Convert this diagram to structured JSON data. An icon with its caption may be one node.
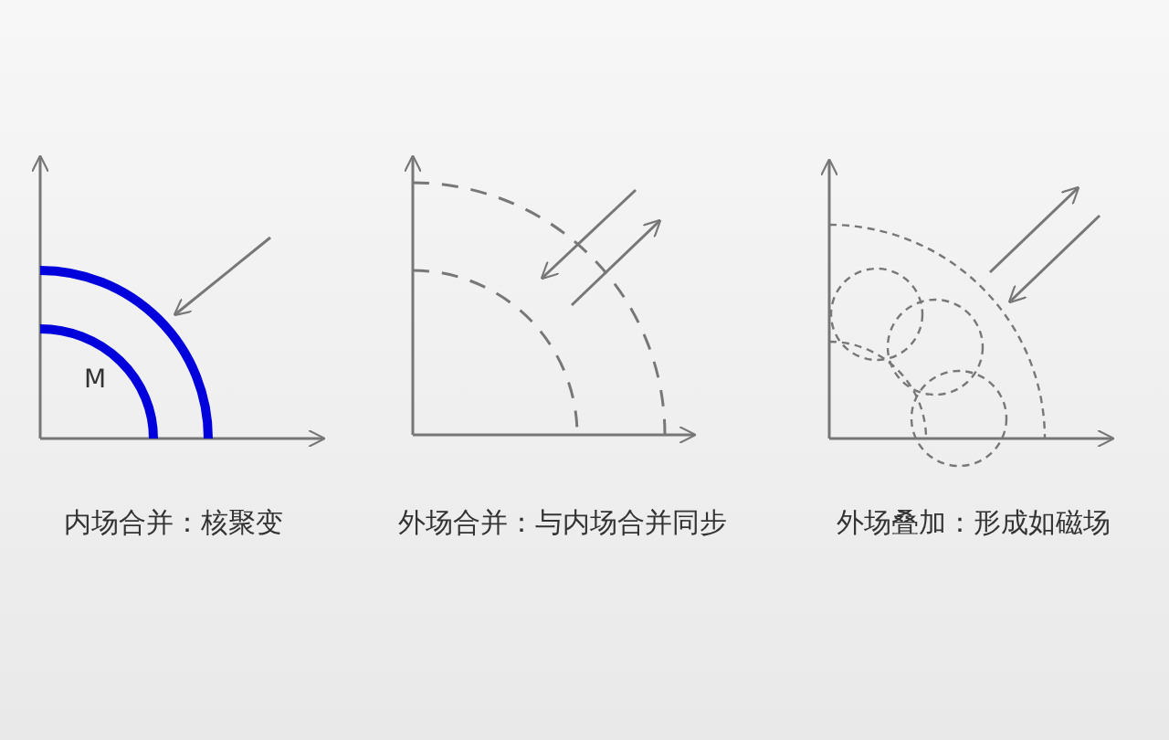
{
  "diagram": {
    "labels": [
      "M",
      "内场合并：核聚变",
      "外场合并：与内场合并同步",
      "外场叠加：形成如磁场"
    ]
  }
}
